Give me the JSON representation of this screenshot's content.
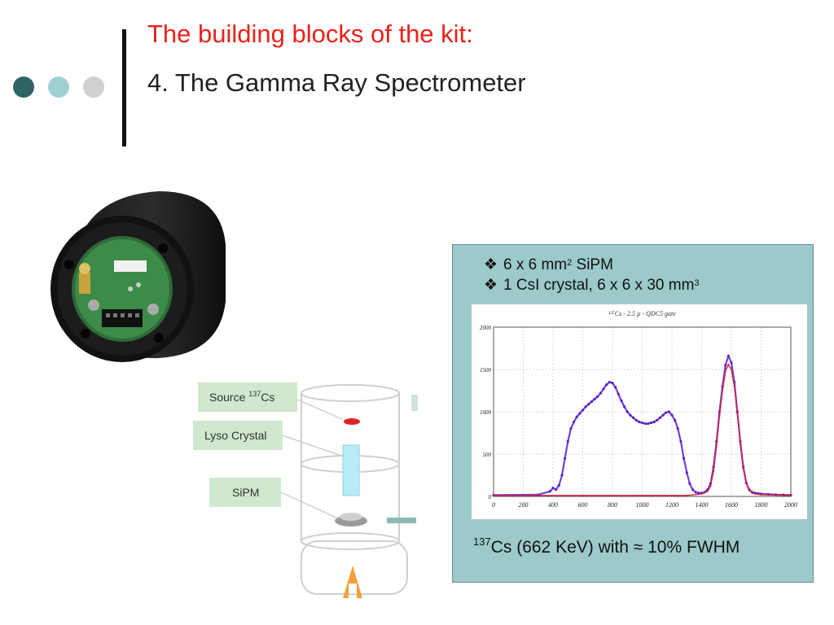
{
  "slide": {
    "title": "The building blocks of the kit:",
    "subtitle": "4. The Gamma Ray Spectrometer",
    "dots": [
      "#2f6467",
      "#9fd1d3",
      "#d0d0d0"
    ]
  },
  "diagram": {
    "labels": {
      "source": "Source ",
      "source_sup": "137",
      "source_tail": "Cs",
      "crystal": "Lyso Crystal",
      "sipm": "SiPM"
    }
  },
  "panel": {
    "bullets": [
      {
        "mark": "❖",
        "text": "6 x 6 mm",
        "sup": "2",
        "tail": " SiPM"
      },
      {
        "mark": "❖",
        "text": "1 CsI crystal, 6 x 6 x 30 mm",
        "sup": "3",
        "tail": ""
      }
    ],
    "caption": {
      "sup": "137",
      "text": "Cs (662 KeV) with ≈ 10% FWHM"
    }
  },
  "chart_data": {
    "type": "scatter",
    "title": "¹³⁷Cs - 2.5 µ - QDC5 gate",
    "xlim": [
      0,
      2000
    ],
    "ylim": [
      0,
      2000
    ],
    "x_ticks": [
      0,
      200,
      400,
      600,
      800,
      1000,
      1200,
      1400,
      1600,
      1800,
      2000
    ],
    "y_ticks": [
      0,
      500,
      1000,
      1500,
      2000
    ],
    "grid": true,
    "series": [
      {
        "color": "#5a22c8",
        "x": [
          0,
          300,
          380,
          400,
          420,
          440,
          460,
          480,
          500,
          520,
          540,
          560,
          580,
          600,
          620,
          640,
          660,
          680,
          700,
          720,
          740,
          760,
          780,
          800,
          820,
          840,
          860,
          880,
          900,
          920,
          940,
          960,
          980,
          1000,
          1020,
          1040,
          1060,
          1080,
          1100,
          1120,
          1140,
          1160,
          1180,
          1200,
          1220,
          1240,
          1260,
          1280,
          1300,
          1320,
          1340,
          1360,
          1380,
          1400,
          1420,
          1440,
          1460,
          1480,
          1500,
          1520,
          1540,
          1560,
          1580,
          1600,
          1620,
          1640,
          1660,
          1680,
          1700,
          1720,
          1740,
          1760,
          1780,
          1800,
          1850,
          1900,
          1950,
          2000
        ],
        "y": [
          15,
          20,
          60,
          100,
          80,
          130,
          250,
          450,
          650,
          800,
          880,
          940,
          980,
          1020,
          1060,
          1090,
          1120,
          1150,
          1180,
          1220,
          1270,
          1320,
          1350,
          1340,
          1290,
          1210,
          1130,
          1060,
          1000,
          960,
          930,
          900,
          880,
          870,
          860,
          860,
          870,
          880,
          900,
          930,
          960,
          990,
          1000,
          960,
          900,
          800,
          650,
          450,
          280,
          150,
          80,
          50,
          40,
          40,
          50,
          80,
          150,
          350,
          650,
          1000,
          1300,
          1550,
          1660,
          1580,
          1350,
          1000,
          650,
          350,
          160,
          80,
          50,
          40,
          35,
          30,
          25,
          20,
          18,
          15
        ]
      },
      {
        "color": "#d2213a",
        "x": [
          0,
          1300,
          1400,
          1440,
          1460,
          1480,
          1500,
          1520,
          1540,
          1560,
          1580,
          1600,
          1620,
          1640,
          1660,
          1680,
          1700,
          1720,
          1740,
          1760,
          1800,
          2000
        ],
        "y": [
          10,
          12,
          30,
          60,
          120,
          300,
          600,
          950,
          1250,
          1480,
          1560,
          1500,
          1300,
          980,
          620,
          330,
          150,
          70,
          40,
          30,
          20,
          12
        ]
      }
    ]
  }
}
